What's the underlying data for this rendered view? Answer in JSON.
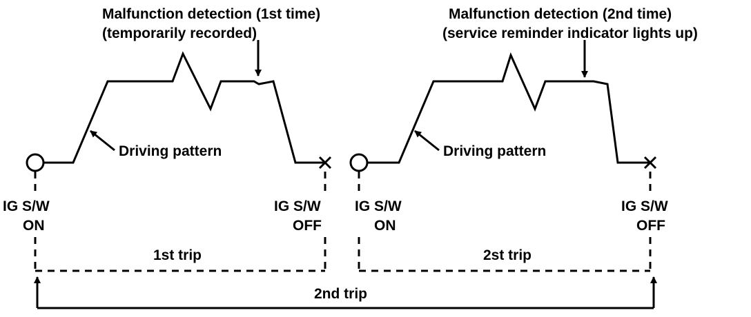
{
  "colors": {
    "ink": "#000000",
    "paper": "#ffffff"
  },
  "labels": {
    "malfunction_1_line1": "Malfunction detection (1st time)",
    "malfunction_1_line2": "(temporarily recorded)",
    "malfunction_2_line1": "Malfunction detection (2nd time)",
    "malfunction_2_line2": "(service reminder indicator lights up)",
    "driving_pattern_1": "Driving pattern",
    "driving_pattern_2": "Driving pattern",
    "ig_sw_on_1_line1": "IG S/W",
    "ig_sw_on_1_line2": "ON",
    "ig_sw_off_1_line1": "IG S/W",
    "ig_sw_off_1_line2": "OFF",
    "ig_sw_on_2_line1": "IG S/W",
    "ig_sw_on_2_line2": "ON",
    "ig_sw_off_2_line1": "IG S/W",
    "ig_sw_off_2_line2": "OFF",
    "trip_1": "1st trip",
    "trip_2": "2st trip",
    "trip_combined": "2nd trip"
  },
  "icons": {
    "start_marker": "open-circle",
    "end_marker": "x-cross",
    "arrowhead": "filled-triangle"
  }
}
